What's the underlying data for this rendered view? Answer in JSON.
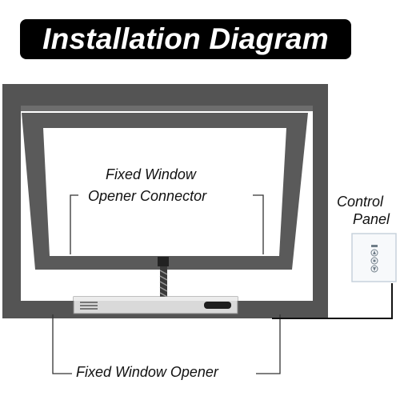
{
  "title": "Installation Diagram",
  "labels": {
    "connector_line1": "Fixed Window",
    "connector_line2": "Opener Connector",
    "control_line1": "Control",
    "control_line2": "Panel",
    "opener": "Fixed Window Opener"
  },
  "control_panel": {
    "buttons": [
      "up-arrow-icon",
      "stop-icon",
      "down-arrow-icon"
    ]
  },
  "colors": {
    "frame": "#545454",
    "sash": "#5a5a5a",
    "panel_border": "#c7d2dc",
    "title_bg": "#000000",
    "title_fg": "#ffffff"
  }
}
